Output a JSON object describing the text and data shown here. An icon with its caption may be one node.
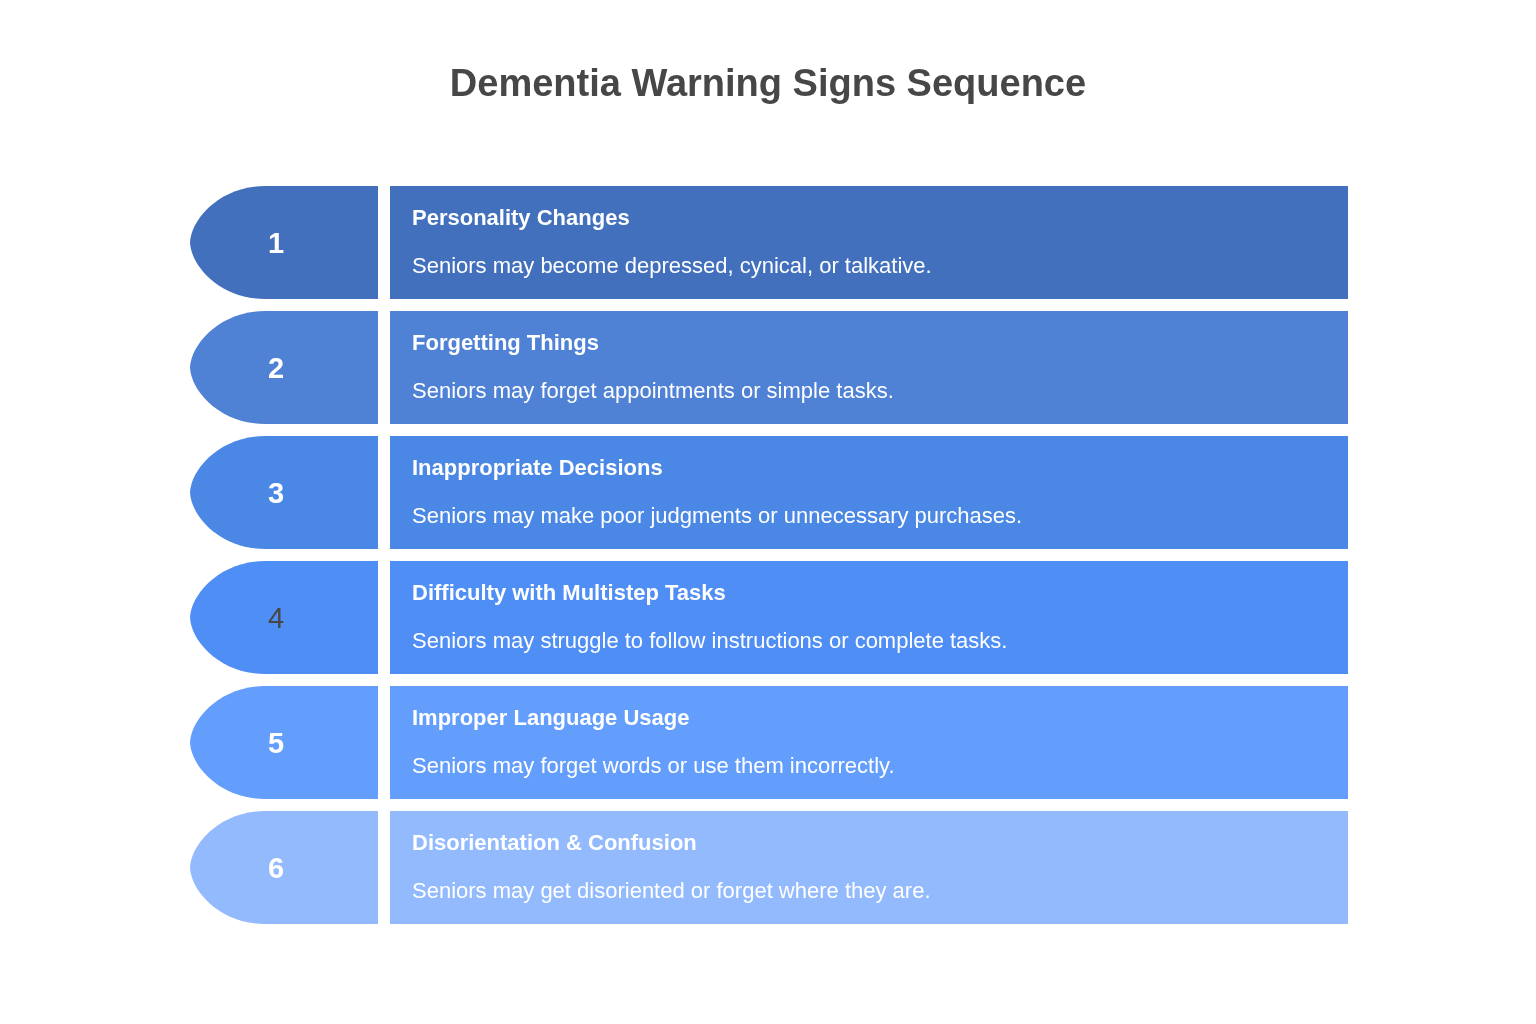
{
  "diagram": {
    "title": "Dementia Warning Signs Sequence",
    "nodes": [
      {
        "text": [
          "1"
        ]
      },
      {
        "text": [
          "Personality Changes",
          "Seniors may become depressed, cynical, or talkative."
        ]
      },
      {
        "text": [
          "2"
        ]
      },
      {
        "text": [
          "Forgetting Things",
          "Seniors may forget appointments or simple tasks."
        ]
      },
      {
        "text": [
          "3"
        ]
      },
      {
        "text": [
          "Inappropriate Decisions",
          "Seniors may make poor judgments or unnecessary purchases."
        ]
      },
      {
        "text": [
          "4"
        ]
      },
      {
        "text": [
          "Difficulty with Multistep Tasks",
          "Seniors may struggle to follow instructions or complete tasks."
        ]
      },
      {
        "text": [
          "5"
        ]
      },
      {
        "text": [
          "Improper Language Usage",
          "Seniors may forget words or use them incorrectly."
        ]
      },
      {
        "text": [
          "6"
        ]
      },
      {
        "text": [
          "Disorientation & Confusion",
          "Seniors may get disoriented or forget where they are."
        ]
      }
    ]
  }
}
